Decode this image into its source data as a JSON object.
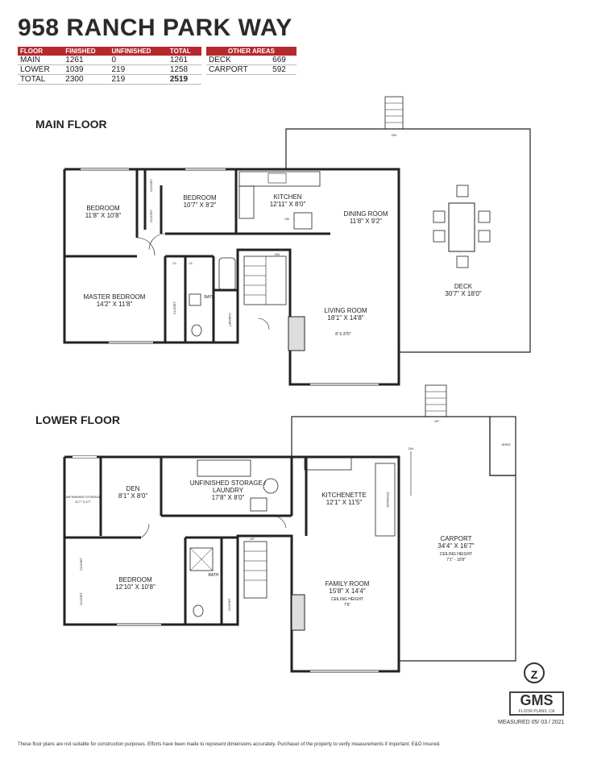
{
  "title": "958 RANCH PARK WAY",
  "areas": {
    "headers": [
      "FLOOR",
      "FINISHED",
      "UNFINISHED",
      "TOTAL"
    ],
    "rows": [
      [
        "MAIN",
        "1261",
        "0",
        "1261"
      ],
      [
        "LOWER",
        "1039",
        "219",
        "1258"
      ],
      [
        "TOTAL",
        "2300",
        "219",
        "2519"
      ]
    ]
  },
  "other_areas": {
    "header": "OTHER AREAS",
    "rows": [
      [
        "DECK",
        "669"
      ],
      [
        "CARPORT",
        "592"
      ]
    ]
  },
  "main_floor": {
    "label": "MAIN FLOOR",
    "rooms": {
      "bedroom1_name": "BEDROOM",
      "bedroom1_dim": "11'8\" X 10'8\"",
      "bedroom2_name": "BEDROOM",
      "bedroom2_dim": "10'7\" X 8'2\"",
      "kitchen_name": "KITCHEN",
      "kitchen_dim": "12'11\" X 8'0\"",
      "dining_name": "DINING ROOM",
      "dining_dim": "11'8\" X 9'2\"",
      "master_name": "MASTER BEDROOM",
      "master_dim": "14'2\" X 11'8\"",
      "living_name": "LIVING ROOM",
      "living_dim": "18'1\" X 14'8\"",
      "living_note": "8' 6.375\"",
      "deck_name": "DECK",
      "deck_dim": "30'7\" X 18'0\"",
      "bath": "BATH",
      "cabinet": "CABINET",
      "closet": "CLOSET",
      "cl": "CL",
      "dn": "DN",
      "cb": "CB"
    }
  },
  "lower_floor": {
    "label": "LOWER FLOOR",
    "rooms": {
      "unfin_storage_name": "UNFINISHED STORAGE",
      "unfin_storage_dim": "11'7\" X 4'7\"",
      "den_name": "DEN",
      "den_dim": "8'1\" X 8'0\"",
      "laundry_name": "UNFINISHED STORAGE /",
      "laundry_name2": "LAUNDRY",
      "laundry_dim": "17'8\" X 8'0\"",
      "kitchenette_name": "KITCHENETTE",
      "kitchenette_dim": "12'1\" X 11'5\"",
      "storage": "STORAGE",
      "bedroom_name": "BEDROOM",
      "bedroom_dim": "12'10\" X 10'8\"",
      "family_name": "FAMILY ROOM",
      "family_dim": "15'8\" X 14'4\"",
      "family_ceiling": "CEILING HEIGHT",
      "family_ceiling_val": "7'6\"",
      "carport_name": "CARPORT",
      "carport_dim": "34'4\" X 16'7\"",
      "carport_ceiling": "CEILING HEIGHT",
      "carport_ceiling_val": "7'1\" - 10'8\"",
      "shed": "SHED",
      "bath": "BATH",
      "closet": "CLOSET",
      "up": "UP",
      "dn": "DN"
    }
  },
  "logo": {
    "text": "GMS",
    "sub": "FLOOR PLANS .CA"
  },
  "compass": "Z",
  "measured": "MEASURED   05/ 03 / 2021",
  "footer": "These floor plans are not suitable for construction purposes. Efforts have been made to represent dimensions accurately. Purchaser of the property to verify measurements if important. E&O Insured."
}
